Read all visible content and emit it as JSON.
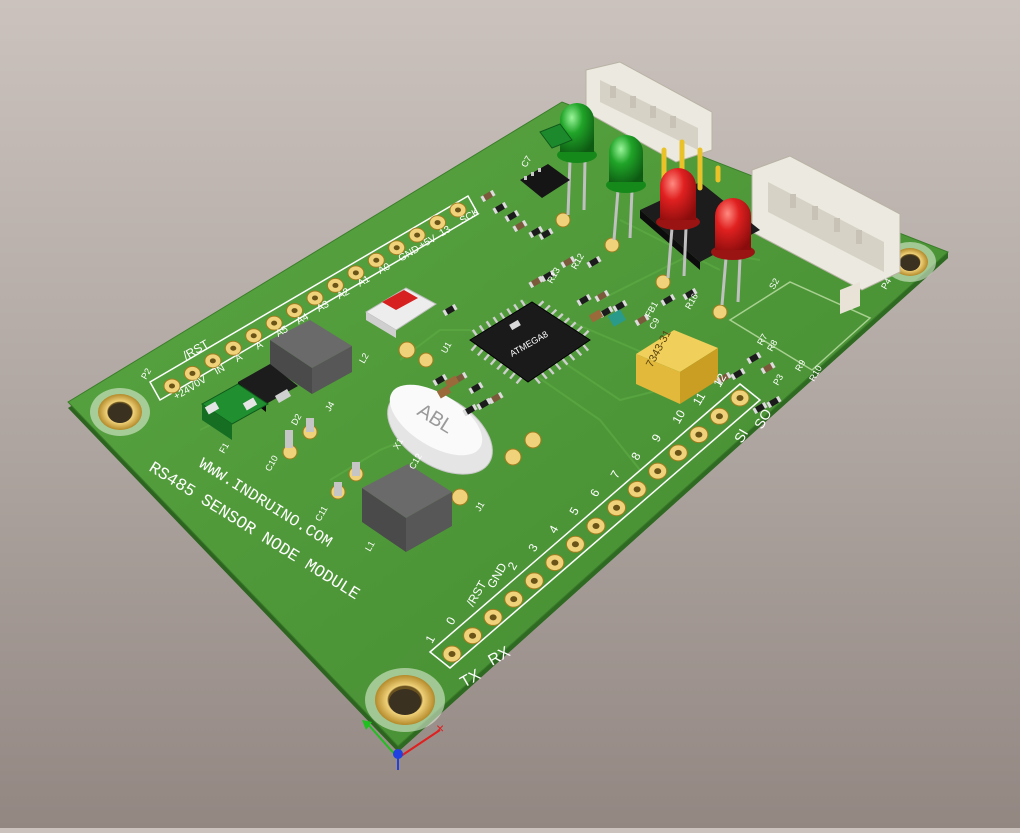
{
  "board": {
    "title": "RS485 SENSOR NODE MODULE",
    "website": "WWW.INDRUINO.COM",
    "mcu_label": "ATMEGA8",
    "crystal_label": "ABL",
    "capacitor_label": "7343-31"
  },
  "designators": {
    "p2": "P2",
    "p3": "P3",
    "p4": "P4",
    "s2": "S2",
    "u1": "U1",
    "j1": "J1",
    "j4": "J4",
    "l1": "L1",
    "l2": "L2",
    "x1": "X1",
    "f1": "F1",
    "d2": "D2",
    "c10": "C10",
    "c11": "C11",
    "c12": "C12",
    "c9": "C9",
    "fb1": "FB1",
    "r16": "R16",
    "r9": "R9",
    "r10": "R10",
    "r8": "R8",
    "r7": "R7",
    "r12": "R12",
    "r13": "R13",
    "c7": "C7"
  },
  "left_header": {
    "pins": [
      "+24V",
      "0V",
      "IN",
      "A",
      "A",
      "A5",
      "A4",
      "A3",
      "A2",
      "A1",
      "A0",
      "GND",
      "+5V",
      "13",
      "SCK"
    ],
    "rst_label": "/RST"
  },
  "bottom_header": {
    "pins": [
      "1",
      "0",
      "/RST",
      "GND",
      "2",
      "3",
      "4",
      "5",
      "6",
      "7",
      "8",
      "9",
      "10",
      "11",
      "12"
    ],
    "tx_label": "TX",
    "rx_label": "RX",
    "si_label": "SI",
    "so_label": "SO"
  },
  "axis_gizmo": {
    "x_color": "#e02020",
    "y_color": "#20c020",
    "z_color": "#2040e0"
  },
  "colors": {
    "pcb": "#4e9a38",
    "pcb_edge": "#2f6a22",
    "copper_pad": "#d9b24a",
    "led_red": "#d81e1e",
    "led_green": "#1fa024",
    "connector": "#ece9e0"
  }
}
